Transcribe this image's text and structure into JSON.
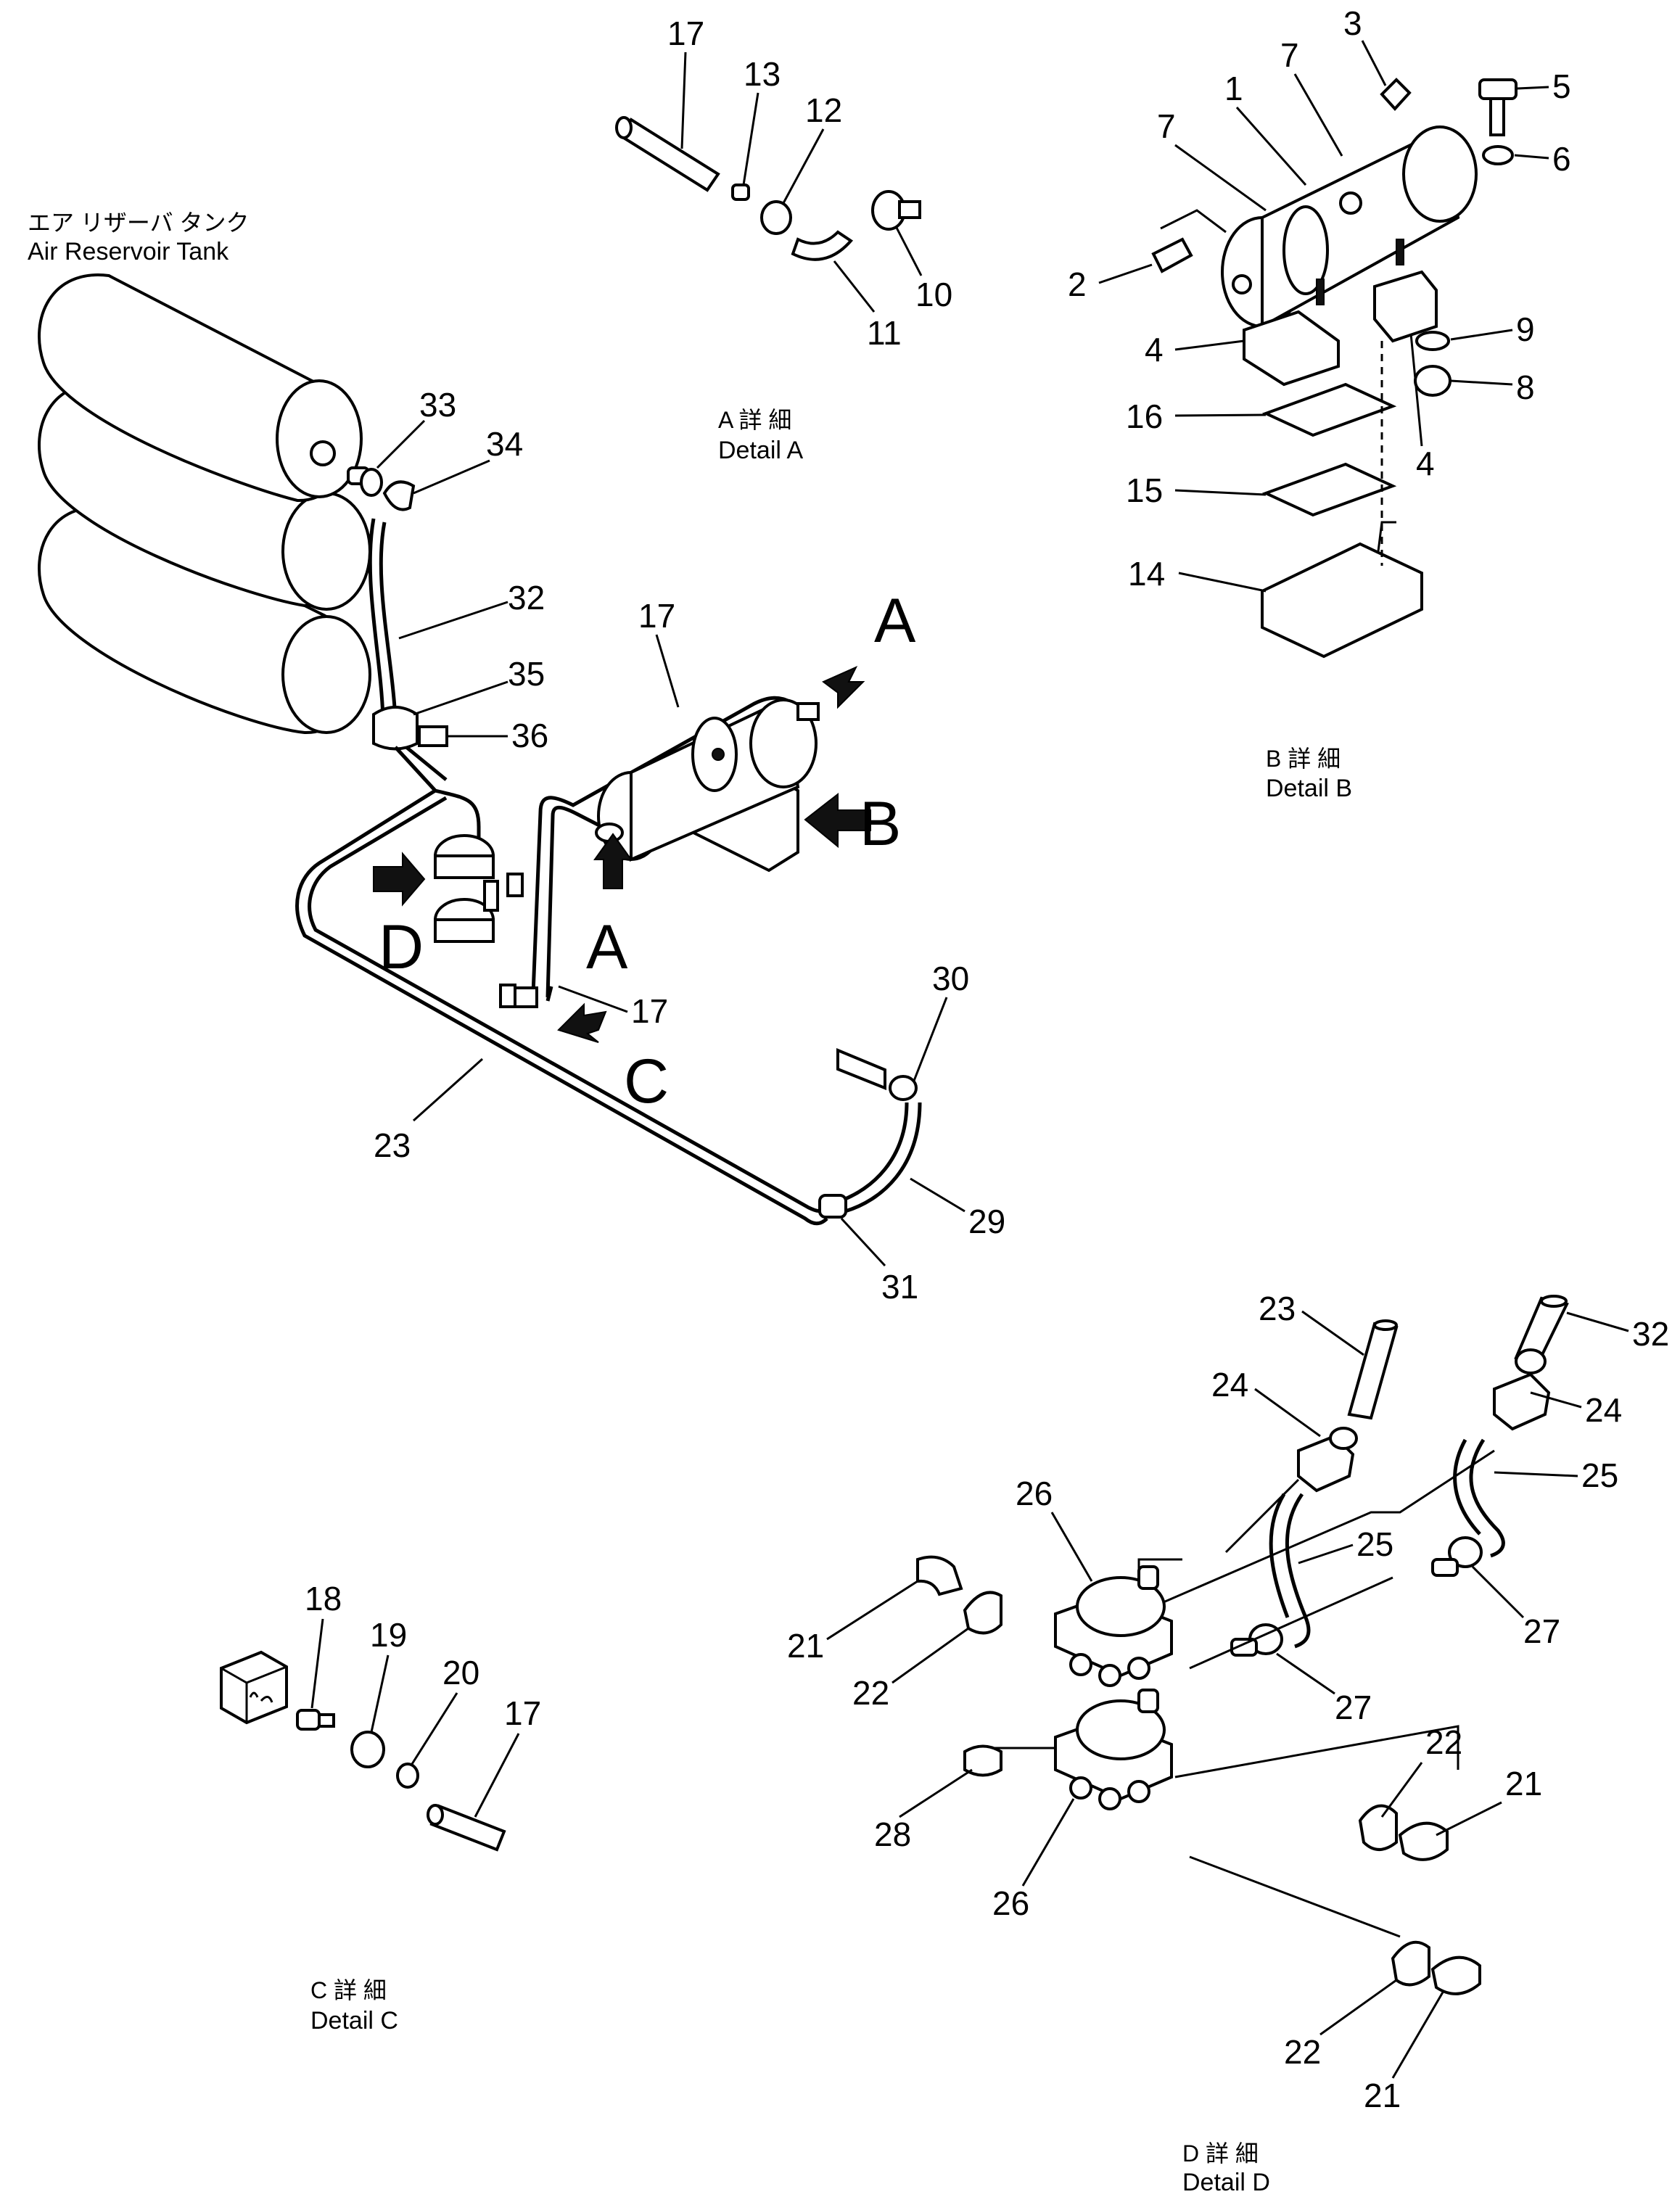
{
  "tank_caption": {
    "jp": "エア リザーバ タンク",
    "en": "Air Reservoir Tank"
  },
  "view_arrows": [
    "A",
    "B",
    "A",
    "D",
    "C"
  ],
  "details": {
    "a": {
      "jp": "A 詳 細",
      "en": "Detail A"
    },
    "b": {
      "jp": "B 詳 細",
      "en": "Detail B"
    },
    "c": {
      "jp": "C 詳 細",
      "en": "Detail C"
    },
    "d": {
      "jp": "D 詳 細",
      "en": "Detail D"
    }
  },
  "callouts": {
    "main": [
      "33",
      "34",
      "32",
      "35",
      "36",
      "17",
      "17",
      "23",
      "30",
      "29",
      "31"
    ],
    "detail_a": [
      "17",
      "13",
      "12",
      "10",
      "11"
    ],
    "detail_b": [
      "3",
      "7",
      "1",
      "7",
      "5",
      "6",
      "2",
      "4",
      "9",
      "8",
      "16",
      "4",
      "15",
      "14"
    ],
    "detail_c": [
      "18",
      "19",
      "20",
      "17"
    ],
    "detail_d": [
      "23",
      "32",
      "24",
      "24",
      "25",
      "26",
      "25",
      "27",
      "21",
      "22",
      "27",
      "22",
      "21",
      "28",
      "26",
      "22",
      "21"
    ]
  }
}
